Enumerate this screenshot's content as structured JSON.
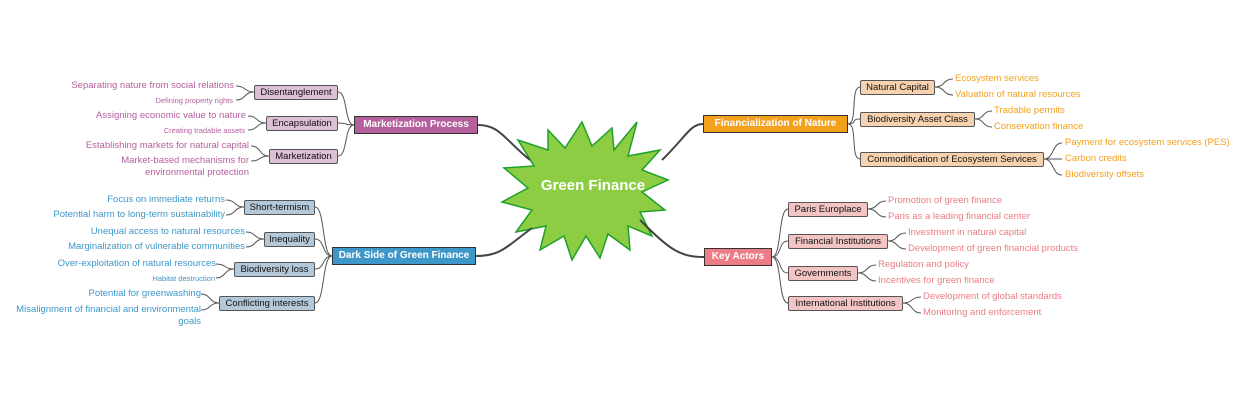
{
  "center": {
    "label": "Green Finance"
  },
  "colors": {
    "marketization": "#b4609c",
    "marketization_sub": "#dcc0d4",
    "dark": "#3d97c8",
    "dark_sub": "#b3c8d8",
    "financialization": "#f3a11d",
    "financialization_sub": "#f7d2ae",
    "actors": "#ec7c86",
    "actors_sub": "#f2c4c4",
    "burst": "#8ccd44",
    "burst_stroke": "#1fa02a"
  },
  "branches": {
    "marketization": {
      "label": "Marketization Process",
      "children": [
        {
          "label": "Disentanglement",
          "leaves": [
            "Separating nature from social relations",
            "Defining property rights"
          ]
        },
        {
          "label": "Encapsulation",
          "leaves": [
            "Assigning economic value to nature",
            "Creating tradable assets"
          ]
        },
        {
          "label": "Marketization",
          "leaves": [
            "Establishing markets for natural capital",
            "Market-based mechanisms for",
            "environmental protection"
          ]
        }
      ]
    },
    "dark": {
      "label": "Dark Side of Green Finance",
      "children": [
        {
          "label": "Short-termism",
          "leaves": [
            "Focus on immediate returns",
            "Potential harm to long-term sustainability"
          ]
        },
        {
          "label": "Inequality",
          "leaves": [
            "Unequal access to natural resources",
            "Marginalization of vulnerable communities"
          ]
        },
        {
          "label": "Biodiversity loss",
          "leaves": [
            "Over-exploitation of natural resources",
            "Habitat destruction"
          ]
        },
        {
          "label": "Conflicting interests",
          "leaves": [
            "Potential for greenwashing",
            "Misalignment of financial and environmental",
            "goals"
          ]
        }
      ]
    },
    "financialization": {
      "label": "Financialization of Nature",
      "children": [
        {
          "label": "Natural Capital",
          "leaves": [
            "Ecosystem services",
            "Valuation of natural resources"
          ]
        },
        {
          "label": "Biodiversity Asset Class",
          "leaves": [
            "Tradable permits",
            "Conservation finance"
          ]
        },
        {
          "label": "Commodification of Ecosystem Services",
          "leaves": [
            "Payment for ecosystem services (PES)",
            "Carbon credits",
            "Biodiversity offsets"
          ]
        }
      ]
    },
    "actors": {
      "label": "Key Actors",
      "children": [
        {
          "label": "Paris Europlace",
          "leaves": [
            "Promotion of green finance",
            "Paris as a leading financial center"
          ]
        },
        {
          "label": "Financial Institutions",
          "leaves": [
            "Investment in natural capital",
            "Development of green financial products"
          ]
        },
        {
          "label": "Governments",
          "leaves": [
            "Regulation and policy",
            "Incentives for green finance"
          ]
        },
        {
          "label": "International Institutions",
          "leaves": [
            "Development of global standards",
            "Monitoring and enforcement"
          ]
        }
      ]
    }
  }
}
